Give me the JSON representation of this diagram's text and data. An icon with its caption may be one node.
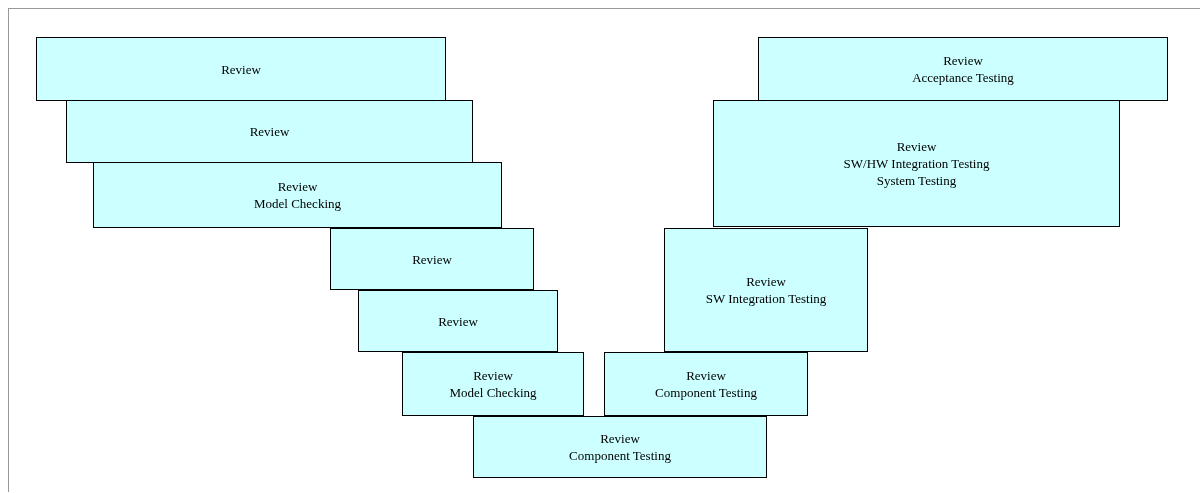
{
  "diagram": {
    "nodes": [
      {
        "text": [
          "Review"
        ]
      },
      {
        "text": [
          "Review"
        ]
      },
      {
        "text": [
          "Review",
          "Model Checking"
        ]
      },
      {
        "text": [
          "Review"
        ]
      },
      {
        "text": [
          "Review"
        ]
      },
      {
        "text": [
          "Review",
          "Model Checking"
        ]
      },
      {
        "text": [
          "Review",
          "Component Testing"
        ]
      },
      {
        "text": [
          "Review",
          "Component Testing"
        ]
      },
      {
        "text": [
          "Review",
          "SW Integration Testing"
        ]
      },
      {
        "text": [
          "Review",
          "SW/HW Integration Testing",
          "System Testing"
        ]
      },
      {
        "text": [
          "Review",
          "Acceptance Testing"
        ]
      }
    ]
  }
}
